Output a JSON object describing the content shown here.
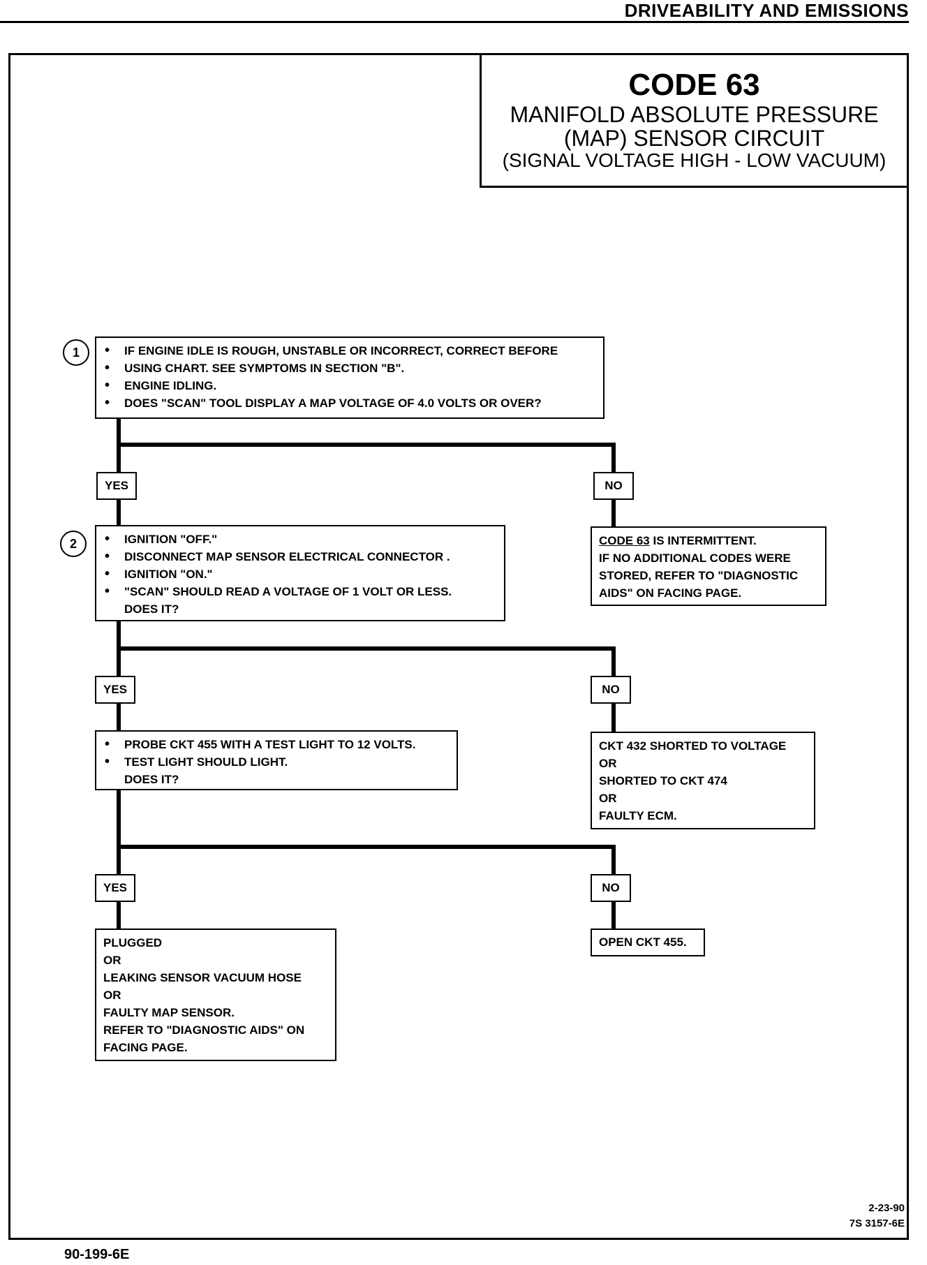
{
  "header": {
    "section_title": "DRIVEABILITY AND EMISSIONS"
  },
  "title_block": {
    "code": "CODE 63",
    "line1": "MANIFOLD ABSOLUTE PRESSURE",
    "line2": "(MAP) SENSOR CIRCUIT",
    "line3": "(SIGNAL VOLTAGE HIGH - LOW VACUUM)"
  },
  "steps": [
    {
      "number": "1",
      "bullets": [
        "IF ENGINE IDLE IS ROUGH, UNSTABLE OR INCORRECT, CORRECT BEFORE",
        "ENGINE IDLING.",
        "DOES \"SCAN\" TOOL DISPLAY A MAP VOLTAGE OF 4.0 VOLTS OR OVER?"
      ],
      "continuation": "USING CHART.  SEE SYMPTOMS IN SECTION \"B\"."
    },
    {
      "number": "2",
      "bullets": [
        "IGNITION \"OFF.\"",
        "DISCONNECT MAP SENSOR ELECTRICAL CONNECTOR .",
        "IGNITION \"ON.\"",
        "\"SCAN\" SHOULD READ  A VOLTAGE OF 1 VOLT OR LESS."
      ],
      "question": "DOES IT?"
    },
    {
      "bullets": [
        "PROBE CKT 455 WITH A TEST LIGHT TO 12  VOLTS.",
        "TEST LIGHT SHOULD LIGHT."
      ],
      "question": "DOES IT?"
    }
  ],
  "labels": {
    "yes": "YES",
    "no": "NO"
  },
  "results": {
    "no1": {
      "code": "CODE 63",
      "line1_rest": " IS INTERMITTENT.",
      "line2": "IF NO ADDITIONAL CODES WERE",
      "line3": "STORED, REFER TO \"DIAGNOSTIC",
      "line4": "AIDS\" ON FACING PAGE."
    },
    "no2": [
      "CKT 432 SHORTED TO VOLTAGE",
      "OR",
      "SHORTED TO CKT 474",
      "OR",
      "FAULTY ECM."
    ],
    "no3": [
      "OPEN CKT 455."
    ],
    "yes3": [
      "PLUGGED",
      "OR",
      "LEAKING SENSOR  VACUUM HOSE",
      "OR",
      "FAULTY MAP SENSOR.",
      "REFER TO \"DIAGNOSTIC AIDS\" ON",
      "FACING PAGE."
    ]
  },
  "footer": {
    "date": "2-23-90",
    "doc_ref": "7S 3157-6E",
    "page_id": "90-199-6E"
  }
}
